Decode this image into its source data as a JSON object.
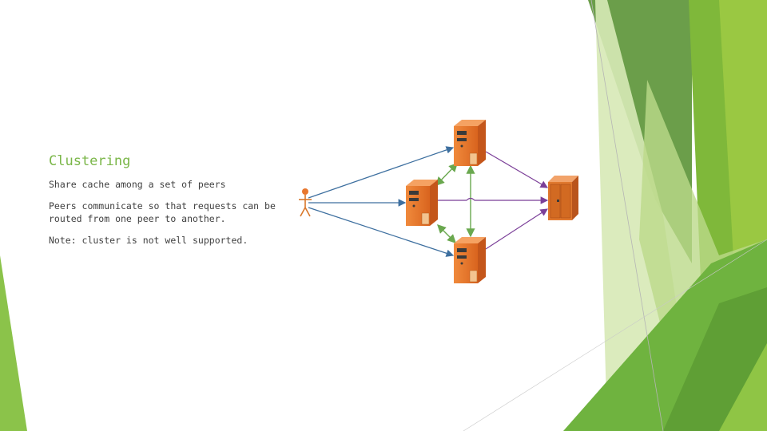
{
  "slide": {
    "title": "Clustering",
    "bullets": [
      "Share cache among a set of peers",
      "Peers communicate so that requests can be routed from one peer to another.",
      "Note: cluster is not well supported."
    ]
  },
  "diagram": {
    "nodes": [
      {
        "id": "client",
        "kind": "user-icon"
      },
      {
        "id": "peer-top",
        "kind": "server-icon",
        "color": "#e8772e"
      },
      {
        "id": "peer-middle",
        "kind": "server-icon",
        "color": "#e8772e"
      },
      {
        "id": "peer-bottom",
        "kind": "server-icon",
        "color": "#e8772e"
      },
      {
        "id": "origin-server",
        "kind": "server-icon",
        "color": "#d7762e"
      }
    ],
    "edges": [
      {
        "from": "client",
        "to": "peer-top",
        "color": "#3d6f9f"
      },
      {
        "from": "client",
        "to": "peer-middle",
        "color": "#3d6f9f"
      },
      {
        "from": "client",
        "to": "peer-bottom",
        "color": "#3d6f9f"
      },
      {
        "from": "peer-top",
        "to": "peer-middle",
        "color": "#6aa84f",
        "bidirectional": true
      },
      {
        "from": "peer-middle",
        "to": "peer-bottom",
        "color": "#6aa84f",
        "bidirectional": true
      },
      {
        "from": "peer-top",
        "to": "peer-bottom",
        "color": "#6aa84f",
        "bidirectional": true
      },
      {
        "from": "peer-top",
        "to": "origin-server",
        "color": "#7b3f98"
      },
      {
        "from": "peer-middle",
        "to": "origin-server",
        "color": "#7b3f98"
      },
      {
        "from": "peer-bottom",
        "to": "origin-server",
        "color": "#7b3f98"
      }
    ]
  },
  "theme": {
    "accent": "#7ab648",
    "green_dark": "#4f8a2a",
    "green_mid": "#6ea541",
    "green_light": "#a6cf5f",
    "text": "#404040"
  }
}
